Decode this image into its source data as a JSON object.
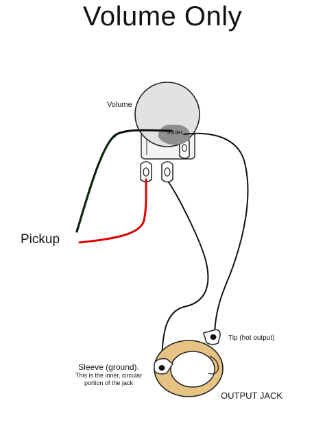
{
  "title": "Volume Only",
  "labels": {
    "volume": "Volume",
    "solder": "Solder",
    "pickup": "Pickup",
    "tip": "Tip (hot output)",
    "sleeve_title": "Sleeve (ground).",
    "sleeve_desc_1": "This is the inner, circular",
    "sleeve_desc_2": "portion of the jack",
    "output_jack": "OUTPUT JACK"
  },
  "colors": {
    "background": "#ffffff",
    "wire_black": "#111111",
    "wire_red": "#dd0000",
    "wire_green": "#0a4a0a",
    "pot_body": "#e2e2e2",
    "solder_blob": "#8f8f8f",
    "jack_ring": "#e6c283",
    "jack_inner": "#ffffff"
  },
  "icons": {
    "potentiometer": "volume-pot-icon",
    "output_jack": "output-jack-icon"
  }
}
